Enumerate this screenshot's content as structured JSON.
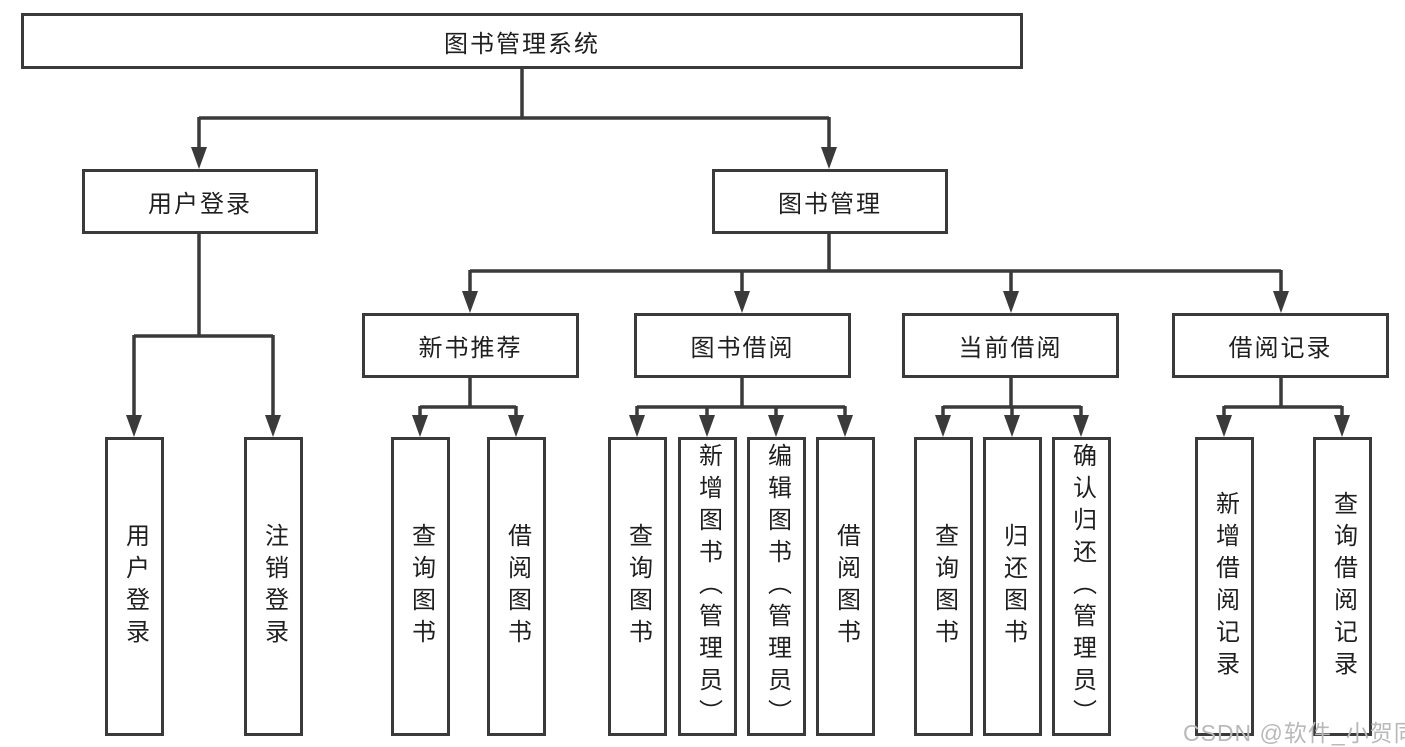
{
  "diagram_title": "图书管理系统",
  "nodes": {
    "root": "图书管理系统",
    "user_login": "用户登录",
    "book_mgmt": "图书管理",
    "new_books": "新书推荐",
    "book_borrow": "图书借阅",
    "current_borrow": "当前借阅",
    "borrow_records": "借阅记录",
    "user_login_children": [
      "用户登录",
      "注销登录"
    ],
    "new_books_children": [
      "查询图书",
      "借阅图书"
    ],
    "book_borrow_children": [
      "查询图书",
      "新增图书（管理员）",
      "编辑图书（管理员）",
      "借阅图书"
    ],
    "current_borrow_children": [
      "查询图书",
      "归还图书",
      "确认归还（管理员）"
    ],
    "borrow_records_children": [
      "新增借阅记录",
      "查询借阅记录"
    ]
  },
  "watermark": "CSDN @软件_小贺同学",
  "colors": {
    "line": "#3a3a3a",
    "text": "#1f1f1f",
    "watermark": "#b9b9b9",
    "background": "#ffffff"
  }
}
